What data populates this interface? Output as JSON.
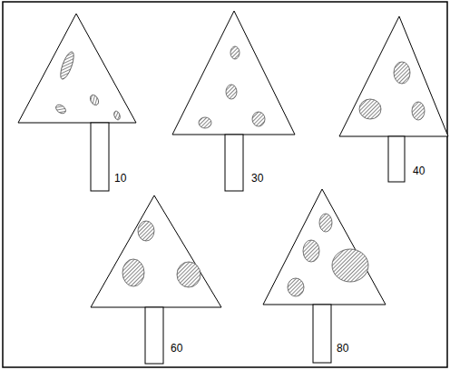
{
  "diagram": {
    "labels": [
      "10",
      "30",
      "40",
      "60",
      "80"
    ]
  }
}
